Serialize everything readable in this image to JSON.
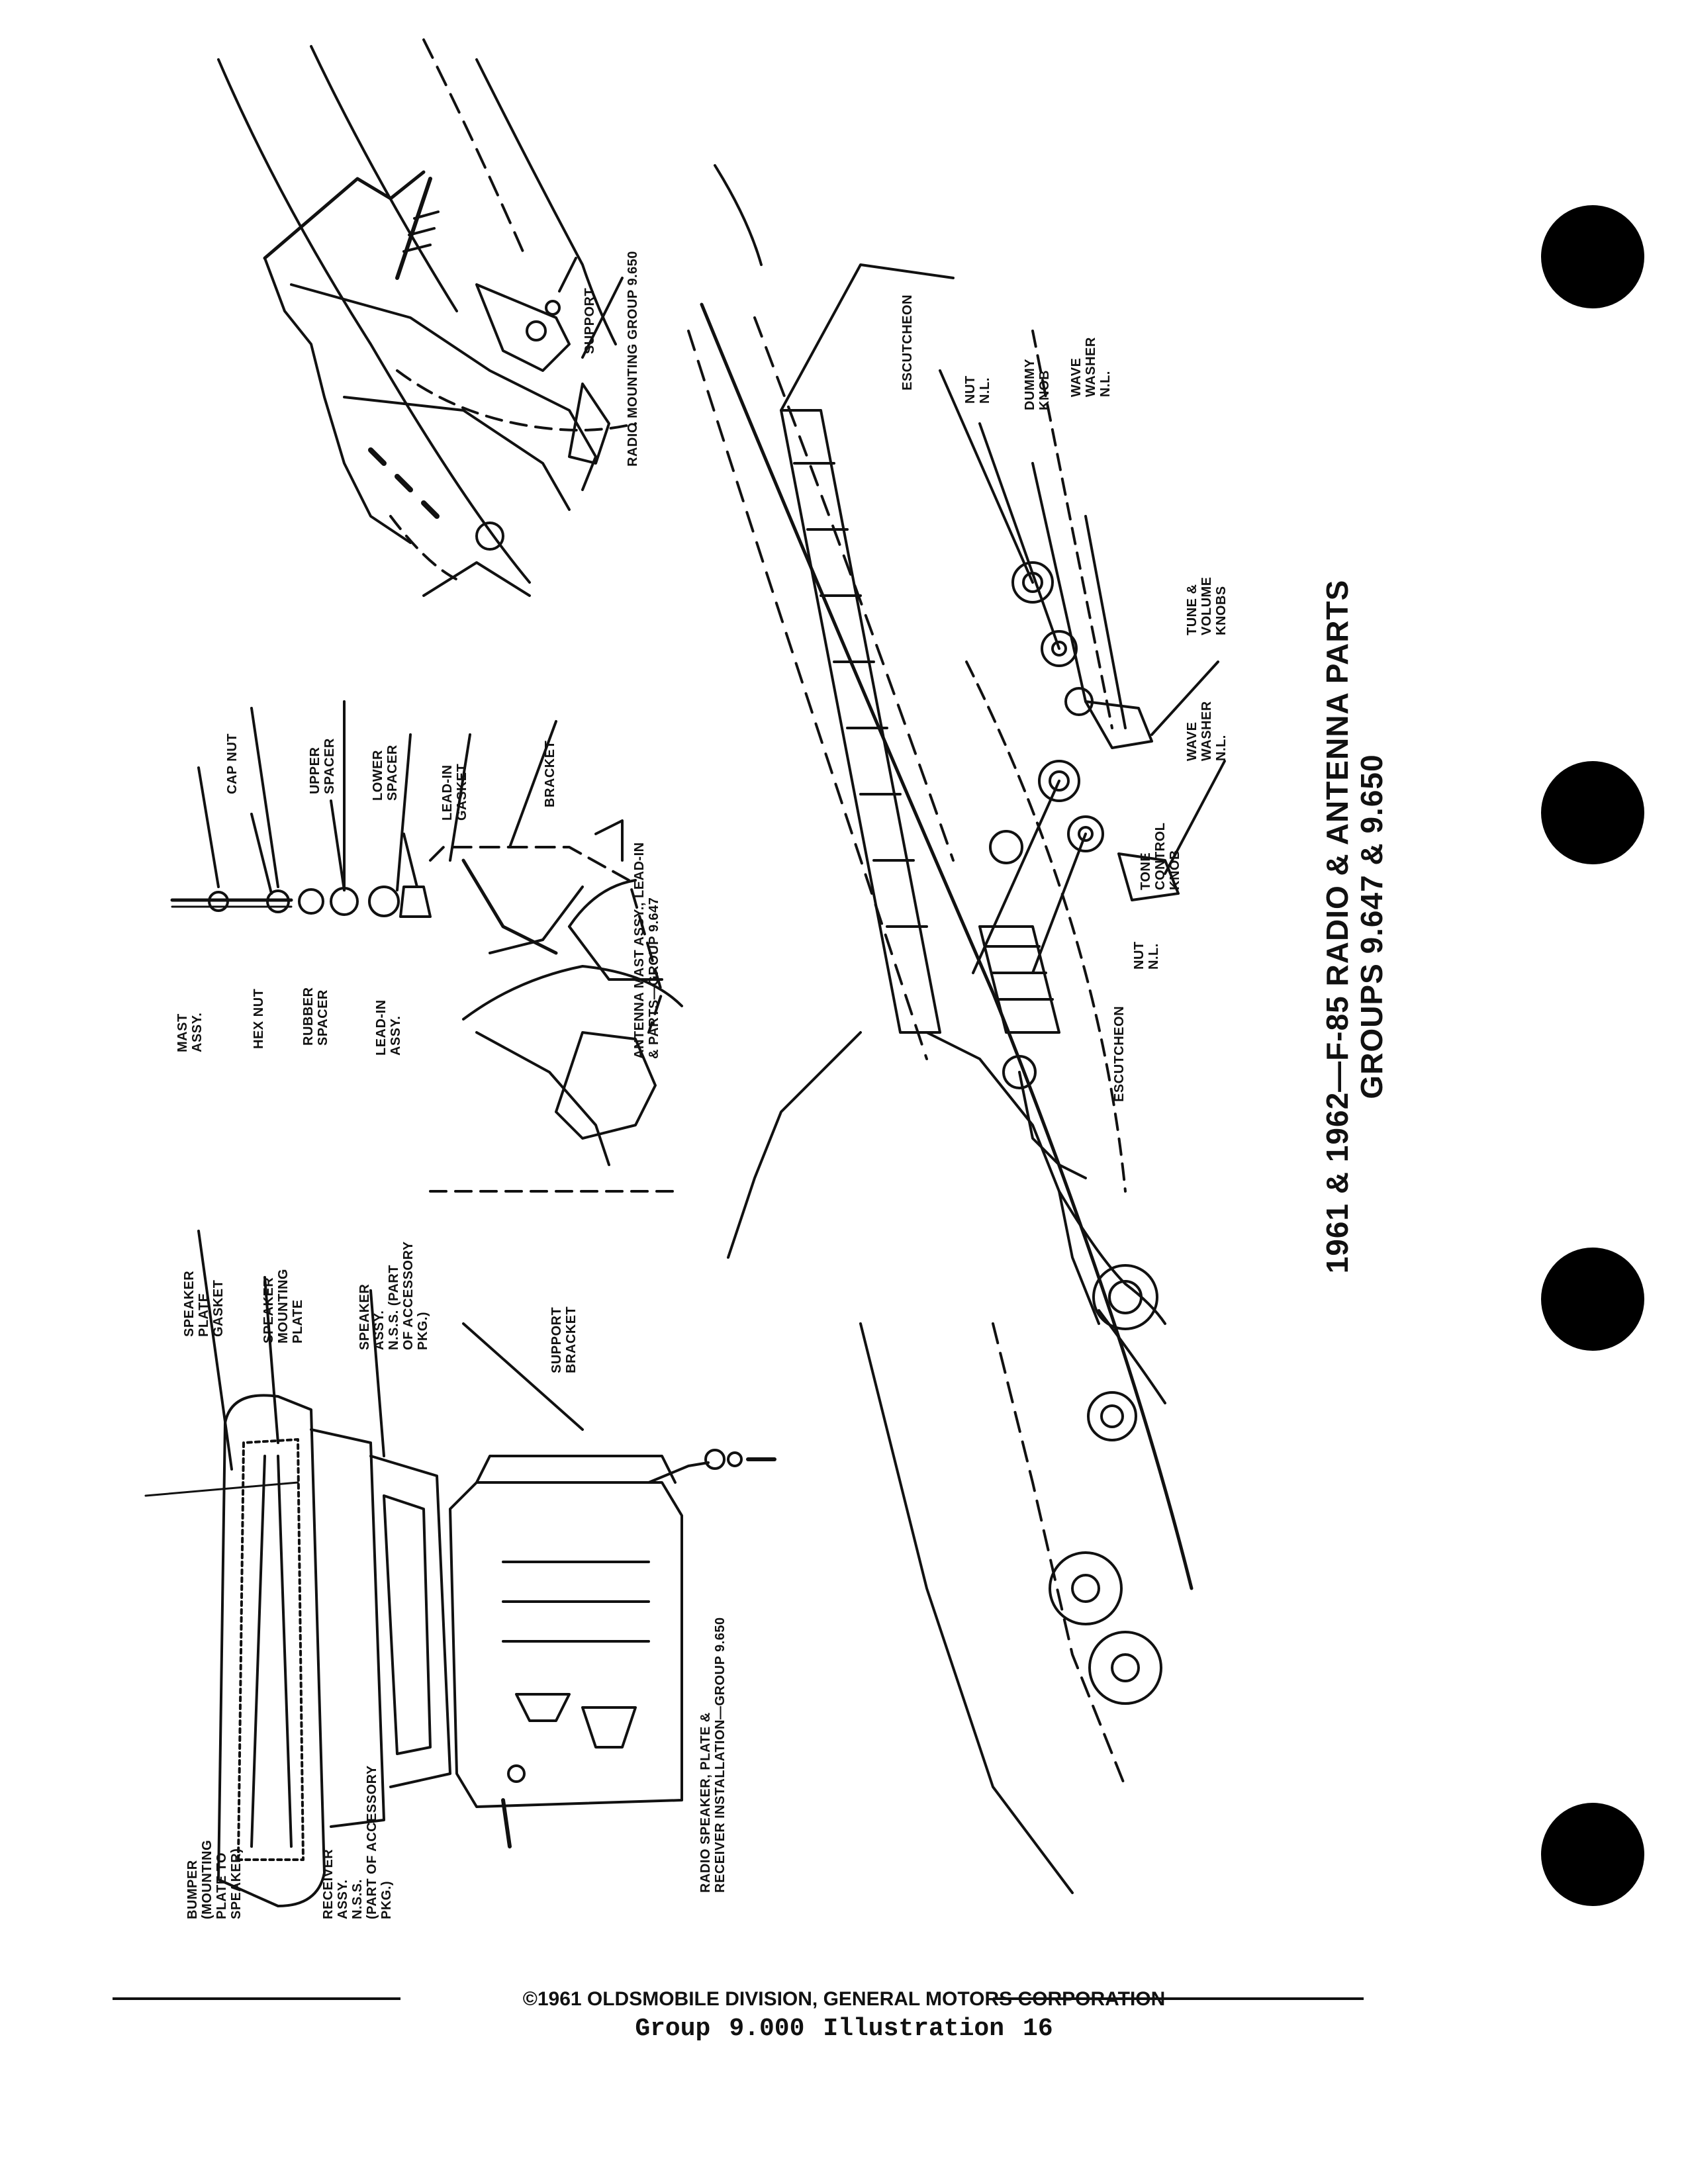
{
  "title": {
    "line1": "1961 & 1962—F-85 RADIO & ANTENNA PARTS",
    "line2": "GROUPS 9.647 & 9.650"
  },
  "captions": {
    "speaker_receiver": "RADIO SPEAKER, PLATE &\nRECEIVER INSTALLATION—GROUP 9.650",
    "antenna": "ANTENNA MAST ASSY., LEAD-IN\n& PARTS—GROUP 9.647",
    "radio_mounting": "RADIO MOUNTING GROUP 9.650"
  },
  "labels": {
    "bumper": "BUMPER\n(MOUNTING\nPLATE TO\nSPEAKER)",
    "receiver_assy": "RECEIVER\nASSY.\nN.S.S.\n(PART OF ACCESSORY\nPKG.)",
    "speaker_plate_gasket": "SPEAKER\nPLATE\nGASKET",
    "speaker_mounting_plate": "SPEAKER\nMOUNTING\nPLATE",
    "speaker_assy": "SPEAKER\nASSY.\nN.S.S. (PART\nOF ACCESSORY\nPKG.)",
    "support_bracket": "SUPPORT\nBRACKET",
    "mast_assy": "MAST\nASSY.",
    "hex_nut": "HEX NUT",
    "rubber_spacer": "RUBBER\nSPACER",
    "lead_in_assy": "LEAD-IN\nASSY.",
    "cap_nut": "CAP NUT",
    "upper_spacer": "UPPER\nSPACER",
    "lower_spacer": "LOWER\nSPACER",
    "lead_in_gasket": "LEAD-IN\nGASKET",
    "bracket": "BRACKET",
    "support": "SUPPORT",
    "escutcheon_top": "ESCUTCHEON",
    "nut_nl_top": "NUT\nN.L.",
    "dummy_knob": "DUMMY\nKNOB",
    "wave_washer_nl_top": "WAVE\nWASHER\nN.L.",
    "tune_volume_knobs": "TUNE &\nVOLUME\nKNOBS",
    "wave_washer_nl_mid": "WAVE\nWASHER\nN.L.",
    "tone_control_knob": "TONE\nCONTROL\nKNOB",
    "nut_nl_bottom": "NUT\nN.L.",
    "escutcheon_bottom": "ESCUTCHEON"
  },
  "footer": {
    "copyright": "©1961 OLDSMOBILE DIVISION, GENERAL MOTORS CORPORATION",
    "group_label": "Group",
    "group_value": "9.000",
    "illustration_label": "Illustration",
    "illustration_value": "16"
  }
}
